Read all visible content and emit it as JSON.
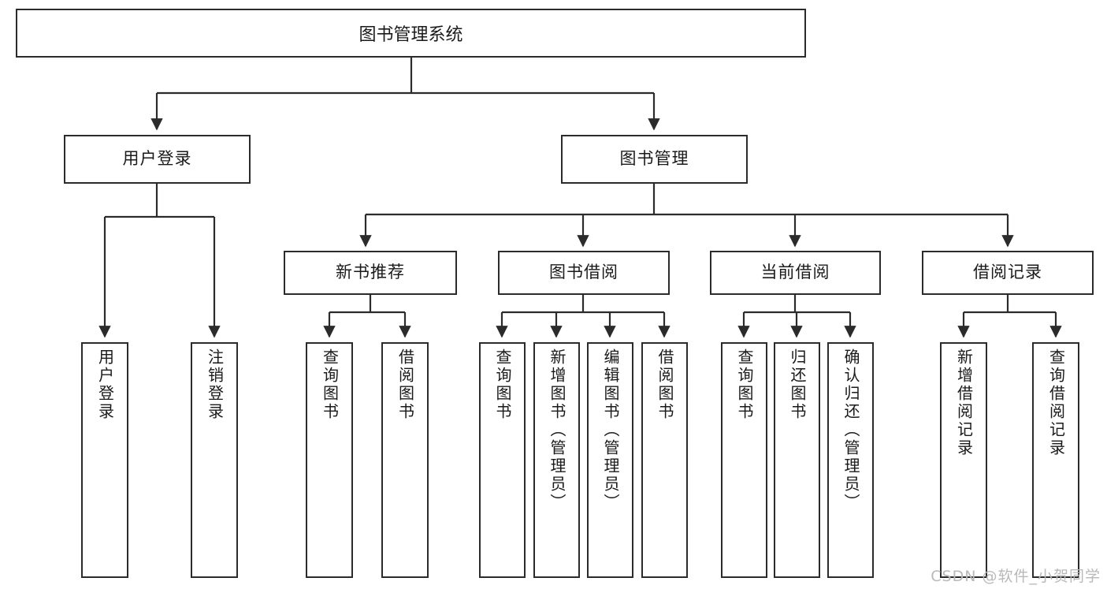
{
  "diagram": {
    "title": "图书管理系统",
    "type": "tree",
    "watermark": "CSDN @软件_小贺同学",
    "colors": {
      "border": "#2b2b2b",
      "text": "#1a1a1a",
      "background": "#ffffff",
      "watermark": "#b9b9b9"
    },
    "levels": {
      "root": {
        "label": "图书管理系统"
      },
      "level2": [
        {
          "label": "用户登录"
        },
        {
          "label": "图书管理"
        }
      ],
      "level3": [
        {
          "label": "新书推荐"
        },
        {
          "label": "图书借阅"
        },
        {
          "label": "当前借阅"
        },
        {
          "label": "借阅记录"
        }
      ],
      "leaves": {
        "user_login": [
          {
            "label": "用户登录"
          },
          {
            "label": "注销登录"
          }
        ],
        "new_book": [
          {
            "label": "查询图书"
          },
          {
            "label": "借阅图书"
          }
        ],
        "book_borrow": [
          {
            "label": "查询图书"
          },
          {
            "label": "新增图书（管理员）"
          },
          {
            "label": "编辑图书（管理员）"
          },
          {
            "label": "借阅图书"
          }
        ],
        "current_borrow": [
          {
            "label": "查询图书"
          },
          {
            "label": "归还图书"
          },
          {
            "label": "确认归还（管理员）"
          }
        ],
        "borrow_record": [
          {
            "label": "新增借阅记录"
          },
          {
            "label": "查询借阅记录"
          }
        ]
      }
    }
  }
}
